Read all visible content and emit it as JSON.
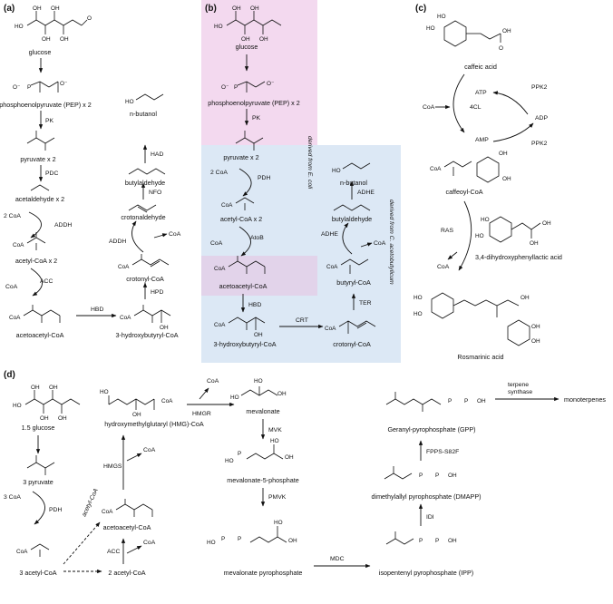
{
  "panels": {
    "a": {
      "label": "(a)",
      "compounds": {
        "glucose": "glucose",
        "pep": "phosphoenolpyruvate (PEP) x 2",
        "pyruvate": "pyruvate x 2",
        "acetaldehyde": "acetaldehyde x 2",
        "acetyl_coa": "acetyl-CoA x 2",
        "acetoacetyl_coa": "acetoacetyl-CoA",
        "hydroxybutyryl_coa": "3-hydroxybutyryl-CoA",
        "crotonyl_coa": "crotonyl-CoA",
        "crotonaldehyde": "crotonaldehyde",
        "butylaldehyde": "butylaldehyde",
        "n_butanol": "n-butanol"
      },
      "enzymes": {
        "pk": "PK",
        "pdc": "PDC",
        "addh1": "ADDH",
        "acc": "ACC",
        "hbd": "HBD",
        "hpd": "HPD",
        "addh2": "ADDH",
        "nfo": "NFO",
        "had": "HAD"
      },
      "cofactors": {
        "coa_in": "2 CoA",
        "coa_out": "CoA",
        "coa_out2": "CoA"
      }
    },
    "b": {
      "label": "(b)",
      "compounds": {
        "glucose": "glucose",
        "pep": "phosphoenolpyruvate (PEP) x 2",
        "pyruvate": "pyruvate x 2",
        "acetyl_coa": "acetyl-CoA x 2",
        "acetoacetyl_coa": "acetoacetyl-CoA",
        "hydroxybutyryl_coa": "3-hydroxybutyryl-CoA",
        "crotonyl_coa": "crotonyl-CoA",
        "butyryl_coa": "butyryl-CoA",
        "butylaldehyde": "butylaldehyde",
        "n_butanol": "n-butanol"
      },
      "enzymes": {
        "pk": "PK",
        "pdh": "PDH",
        "atob": "AtoB",
        "hbd": "HBD",
        "crt": "CRT",
        "ter": "TER",
        "adhe1": "ADHE",
        "adhe2": "ADHE"
      },
      "cofactors": {
        "coa_in": "2 CoA",
        "coa_out": "CoA",
        "coa_out2": "CoA"
      },
      "regions": {
        "ecoli": "derived from E. coli",
        "clostridium": "derived from C. acetobutylicum"
      },
      "colors": {
        "pink": "#f3d9ef",
        "blue": "#dce8f5",
        "overlap": "#e2d3ea"
      }
    },
    "c": {
      "label": "(c)",
      "compounds": {
        "caffeic": "caffeic acid",
        "caffeoyl_coa": "caffeoyl-CoA",
        "dhpla": "3,4-dihydroxyphenyllactic acid",
        "rosmarinic": "Rosmarinic acid"
      },
      "enzymes": {
        "4cl": "4CL",
        "ppk2a": "PPK2",
        "ppk2b": "PPK2",
        "ras": "RAS"
      },
      "cofactors": {
        "atp": "ATP",
        "adp": "ADP",
        "amp": "AMP",
        "coa_in": "CoA",
        "coa_out": "CoA"
      }
    },
    "d": {
      "label": "(d)",
      "compounds": {
        "glucose": "1.5 glucose",
        "pyruvate": "3 pyruvate",
        "acetyl_coa3": "3 acetyl-CoA",
        "acetyl_coa2": "2 acetyl-CoA",
        "acetoacetyl_coa": "acetoacetyl-CoA",
        "hmg_coa": "hydroxymethylglutaryl (HMG)-CoA",
        "mevalonate": "mevalonate",
        "mev5p": "mevalonate-5-phosphate",
        "mevpp": "mevalonate pyrophosphate",
        "ipp": "isopentenyl pyrophosphate (IPP)",
        "dmapp": "dimethylallyl pyrophosphate (DMAPP)",
        "gpp": "Geranyl-pyrophosphate (GPP)",
        "monoterpenes": "monoterpenes"
      },
      "enzymes": {
        "pdh": "PDH",
        "acc": "ACC",
        "hmgs": "HMGS",
        "hmgr": "HMGR",
        "mvk": "MVK",
        "pmvk": "PMVK",
        "mdc": "MDC",
        "idi": "IDI",
        "fpps": "FPPS-S82F",
        "terpene1": "terpene",
        "terpene2": "synthase"
      },
      "cofactors": {
        "coa3": "3 CoA",
        "coa_acc": "CoA",
        "coa_hmgs": "CoA",
        "coa_hmgr": "CoA",
        "acetyl_diag": "acetyl-CoA"
      }
    }
  },
  "atoms": {
    "o": "O",
    "oh": "OH",
    "ho": "HO",
    "coa": "CoA",
    "o_minus": "O⁻",
    "p": "P",
    "oh_frag": "OH"
  }
}
